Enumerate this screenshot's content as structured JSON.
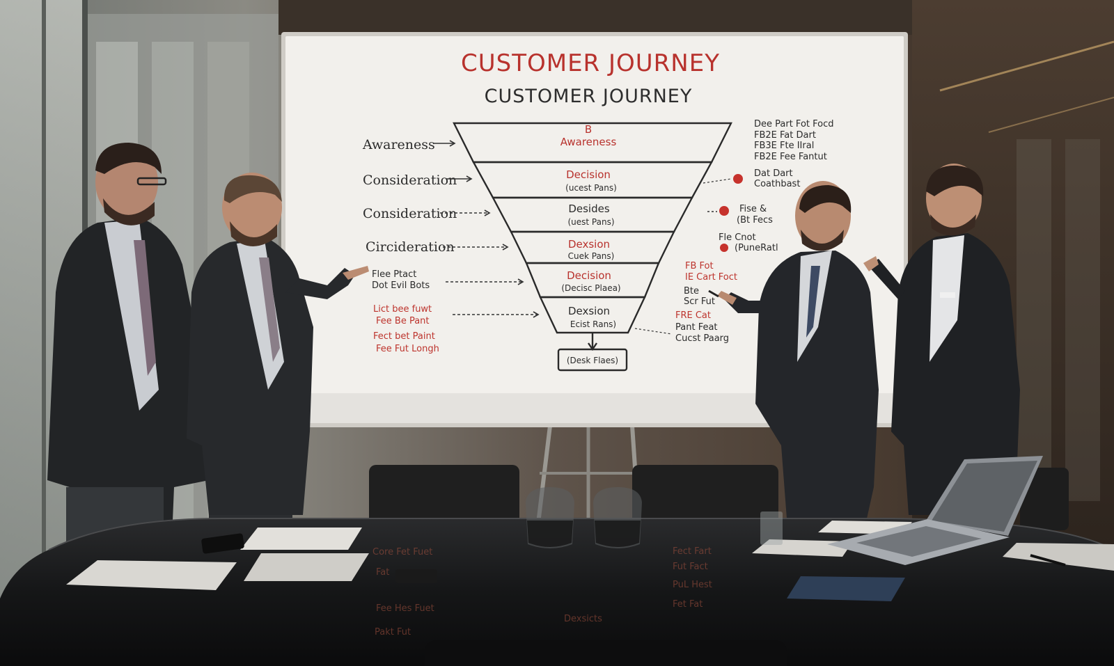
{
  "board": {
    "title": "CUSTOMER JOURNEY",
    "subtitle": "CUSTOMER JOURNEY",
    "left_stages": [
      "Awareness",
      "Consideration",
      "Consideration",
      "Circideration"
    ],
    "left_notes": [
      {
        "text": "Flee Ptact",
        "color": "dark"
      },
      {
        "text": "Dot Evil Bots",
        "color": "dark"
      },
      {
        "text": "Lict bee fuwt",
        "color": "red"
      },
      {
        "text": "Fee Be Pant",
        "color": "red"
      },
      {
        "text": "Fect bet Paint",
        "color": "red"
      },
      {
        "text": "Fee Fut Longh",
        "color": "red"
      }
    ],
    "funnel_stages": [
      {
        "marker": "B",
        "label": "Awareness",
        "sublabel": ""
      },
      {
        "marker": "",
        "label": "Decision",
        "sublabel": "(ucest Pans)"
      },
      {
        "marker": "",
        "label": "Desides",
        "sublabel": "(uest Pans)"
      },
      {
        "marker": "",
        "label": "Dexsion",
        "sublabel": "Cuek Pans)"
      },
      {
        "marker": "",
        "label": "Decision",
        "sublabel": "(Decisc Plaea)"
      },
      {
        "marker": "",
        "label": "Dexsion",
        "sublabel": "Ecist Rans)"
      }
    ],
    "funnel_output": "(Desk Flaes)",
    "right_notes": [
      {
        "text": "Dee Part Fot Focd",
        "color": "dark"
      },
      {
        "text": "FB2E Fat Dart",
        "color": "dark"
      },
      {
        "text": "FB3E Fte IIral",
        "color": "dark"
      },
      {
        "text": "FB2E Fee Fantut",
        "color": "dark"
      },
      {
        "text": "Dat Dart",
        "color": "dark"
      },
      {
        "text": "Coathbast",
        "color": "dark"
      },
      {
        "text": "Fise &",
        "color": "dark"
      },
      {
        "text": "(Bt Fecs",
        "color": "dark"
      },
      {
        "text": "Fle Cnot",
        "color": "dark"
      },
      {
        "text": "(PuneRatl",
        "color": "dark"
      },
      {
        "text": "FB Fot",
        "color": "red"
      },
      {
        "text": "IE Cart Foct",
        "color": "red"
      },
      {
        "text": "Bte",
        "color": "dark"
      },
      {
        "text": "Scr Fut",
        "color": "dark"
      },
      {
        "text": "FRE Cat",
        "color": "red"
      },
      {
        "text": "Pant Feat",
        "color": "dark"
      },
      {
        "text": "Cucst Paarg",
        "color": "dark"
      }
    ]
  },
  "table_reflection": [
    "Core Fet Fuet",
    "Fat",
    "Fee Hes Fuet",
    "Pakt Fut",
    "Fect Fart",
    "Fut Fact",
    "PuL Hest",
    "Fet Fat",
    "Dexsicts"
  ],
  "colors": {
    "board": "#f2f0ec",
    "marker_red": "#b8322d",
    "marker_dark": "#2b2b2b",
    "suit": "#222426",
    "table": "#121314"
  }
}
